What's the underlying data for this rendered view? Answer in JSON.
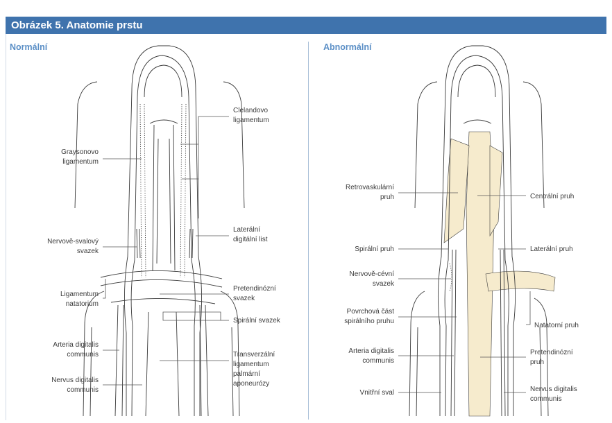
{
  "figure_title": "Obrázek 5. Anatomie prstu",
  "colors": {
    "title_bar": "#3f73ad",
    "panel_title": "#5b8fc6",
    "highlight_band": "#f6ebcd"
  },
  "panels": {
    "normal": {
      "title": "Normální",
      "labels": {
        "clelandovo": [
          "Clelandovo",
          "ligamentum"
        ],
        "graysonovo": [
          "Graysonovo",
          "ligamentum"
        ],
        "lateralni_list": [
          "Laterální",
          "digitální list"
        ],
        "nervove_svalovy": [
          "Nervově-svalový",
          "svazek"
        ],
        "pretendinozni": [
          "Pretendinózní",
          "svazek"
        ],
        "ligamentum_natatorium": [
          "Ligamentum",
          "natatorium"
        ],
        "spiralni_svazek": [
          "Spirální svazek"
        ],
        "arteria": [
          "Arteria digitalis",
          "communis"
        ],
        "transverzalni": [
          "Transverzální",
          "ligamentum",
          "palmární",
          "aponeurózy"
        ],
        "nervus": [
          "Nervus digitalis",
          "communis"
        ]
      }
    },
    "abnormal": {
      "title": "Abnormální",
      "labels": {
        "retrovaskularni": [
          "Retrovaskulární",
          "pruh"
        ],
        "centralni": [
          "Centrální pruh"
        ],
        "spiralni_pruh": [
          "Spirální pruh"
        ],
        "lateralni_pruh": [
          "Laterální pruh"
        ],
        "nervove_cevni": [
          "Nervově-cévní",
          "svazek"
        ],
        "povrchova": [
          "Povrchová část",
          "spirálního pruhu"
        ],
        "natatorni": [
          "Natatorní pruh"
        ],
        "arteria": [
          "Arteria digitalis",
          "communis"
        ],
        "pretendinozni": [
          "Pretendinózní",
          "pruh"
        ],
        "vnitrni_sval": [
          "Vnitřní sval"
        ],
        "nervus": [
          "Nervus digitalis",
          "communis"
        ]
      }
    }
  }
}
